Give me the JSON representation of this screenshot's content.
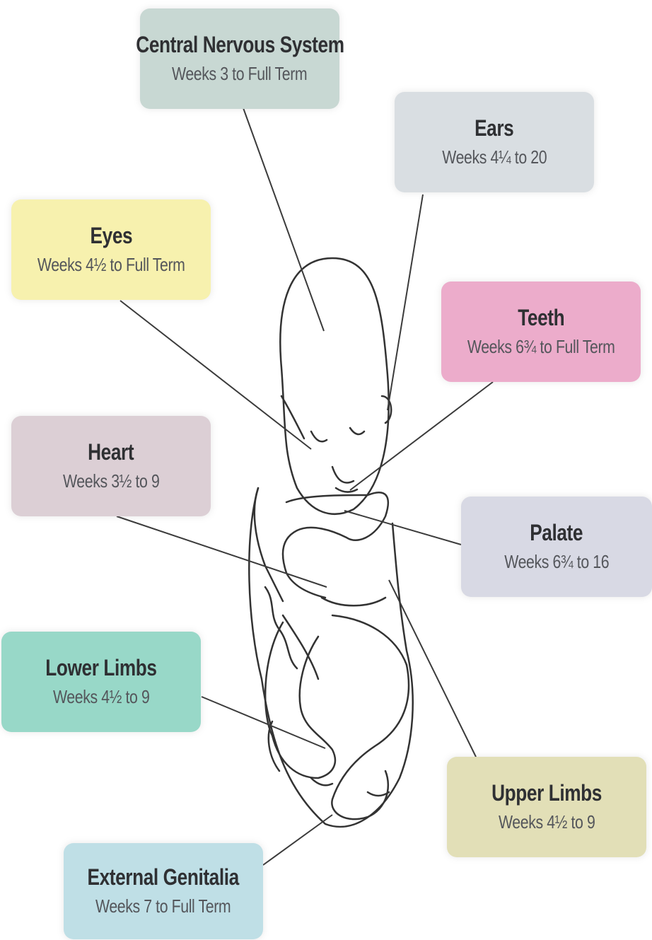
{
  "labels": {
    "cns": {
      "name": "Central Nervous System",
      "weeks": "Weeks 3 to Full Term",
      "color": "#c8d8d3"
    },
    "ears": {
      "name": "Ears",
      "weeks": "Weeks 4¼ to 20",
      "color": "#d9dee2"
    },
    "eyes": {
      "name": "Eyes",
      "weeks": "Weeks 4½ to Full Term",
      "color": "#f7f1ae"
    },
    "teeth": {
      "name": "Teeth",
      "weeks": "Weeks 6¾ to Full Term",
      "color": "#ecaccb"
    },
    "heart": {
      "name": "Heart",
      "weeks": "Weeks 3½ to 9",
      "color": "#dccfd5"
    },
    "palate": {
      "name": "Palate",
      "weeks": "Weeks 6¾ to 16",
      "color": "#d8d9e4"
    },
    "lowerLimbs": {
      "name": "Lower Limbs",
      "weeks": "Weeks 4½ to 9",
      "color": "#98d8c8"
    },
    "upperLimbs": {
      "name": "Upper Limbs",
      "weeks": "Weeks 4½ to 9",
      "color": "#e2dfb7"
    },
    "genitalia": {
      "name": "External Genitalia",
      "weeks": "Weeks 7 to Full Term",
      "color": "#bfdfe6"
    }
  }
}
